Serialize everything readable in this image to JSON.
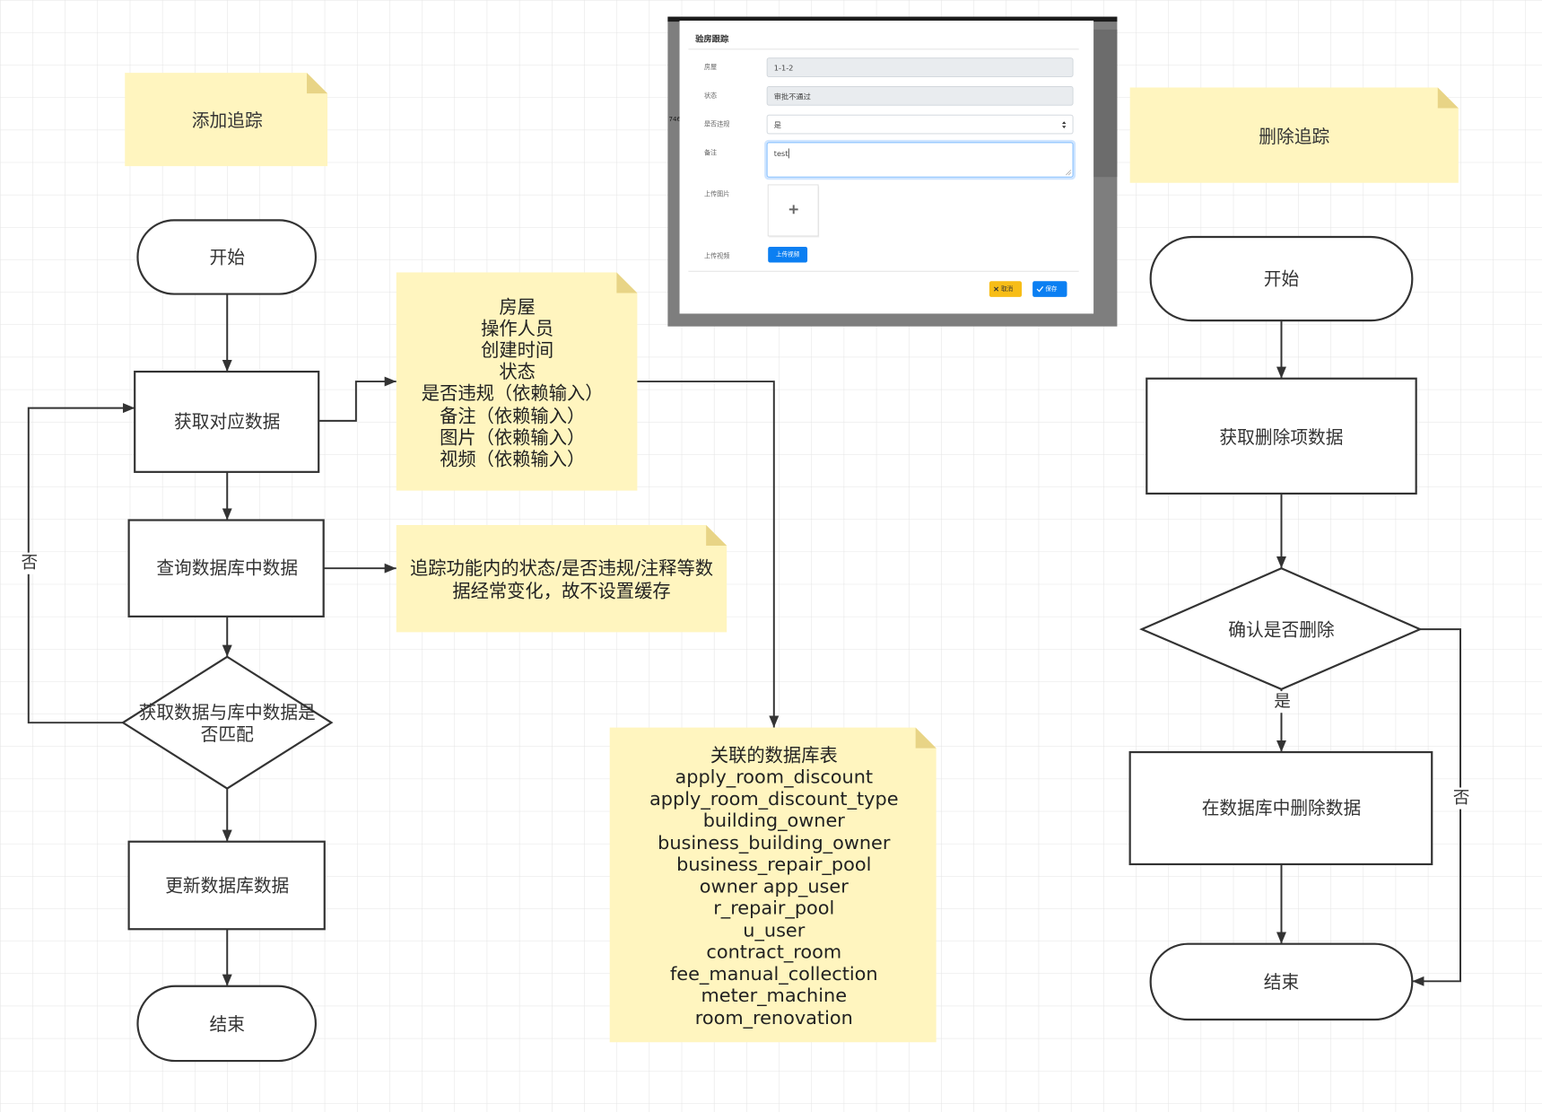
{
  "add_tracking": {
    "note": "添加追踪",
    "start": "开始",
    "get_data": "获取对应数据",
    "query_db": "查询数据库中数据",
    "match_decision": [
      "获取数据与库中数据是",
      "否匹配"
    ],
    "no_label": "否",
    "update_db": "更新数据库数据",
    "end": "结束"
  },
  "field_note": {
    "lines": [
      "房屋",
      "操作人员",
      "创建时间",
      "状态",
      "是否违规（依赖输入）",
      "备注（依赖输入）",
      "图片（依赖输入）",
      "视频（依赖输入）"
    ]
  },
  "cache_note": {
    "lines": [
      "追踪功能内的状态/是否违规/注释等数",
      "据经常变化，故不设置缓存"
    ]
  },
  "tables_note": {
    "heading": "关联的数据库表",
    "tables": [
      "apply_room_discount",
      "apply_room_discount_type",
      "building_owner",
      "business_building_owner",
      "business_repair_pool",
      "owner app_user",
      "r_repair_pool",
      "u_user",
      "contract_room",
      "fee_manual_collection",
      "meter_machine",
      "room_renovation"
    ]
  },
  "delete_tracking": {
    "note": "删除追踪",
    "start": "开始",
    "get_item": "获取删除项数据",
    "confirm_decision": "确认是否删除",
    "yes_label": "是",
    "delete_db": "在数据库中删除数据",
    "no_label": "否",
    "end": "结束"
  },
  "form_screenshot": {
    "background_fragment": "746",
    "title": "验房跟踪",
    "fields": [
      {
        "label": "房屋",
        "value": "1-1-2",
        "disabled": true
      },
      {
        "label": "状态",
        "value": "审批不通过",
        "disabled": true
      },
      {
        "label": "是否违规",
        "value": "是",
        "type": "select"
      },
      {
        "label": "备注",
        "value": "test",
        "type": "textarea",
        "focused": true
      }
    ],
    "image_upload": {
      "label": "上传图片",
      "icon": "plus-icon"
    },
    "video_upload": {
      "label": "上传视频",
      "button": "上传视频"
    },
    "cancel_button": {
      "label": "取消",
      "icon": "close-icon"
    },
    "save_button": {
      "label": "保存",
      "icon": "check-icon"
    },
    "select_icon": "select-arrow-icon"
  },
  "colors": {
    "note_fill": "#fff5bf",
    "note_fold": "#e8d486",
    "input_disabled": "#e9ecef",
    "primary": "#0b7ff2",
    "warning": "#f7bd17"
  }
}
